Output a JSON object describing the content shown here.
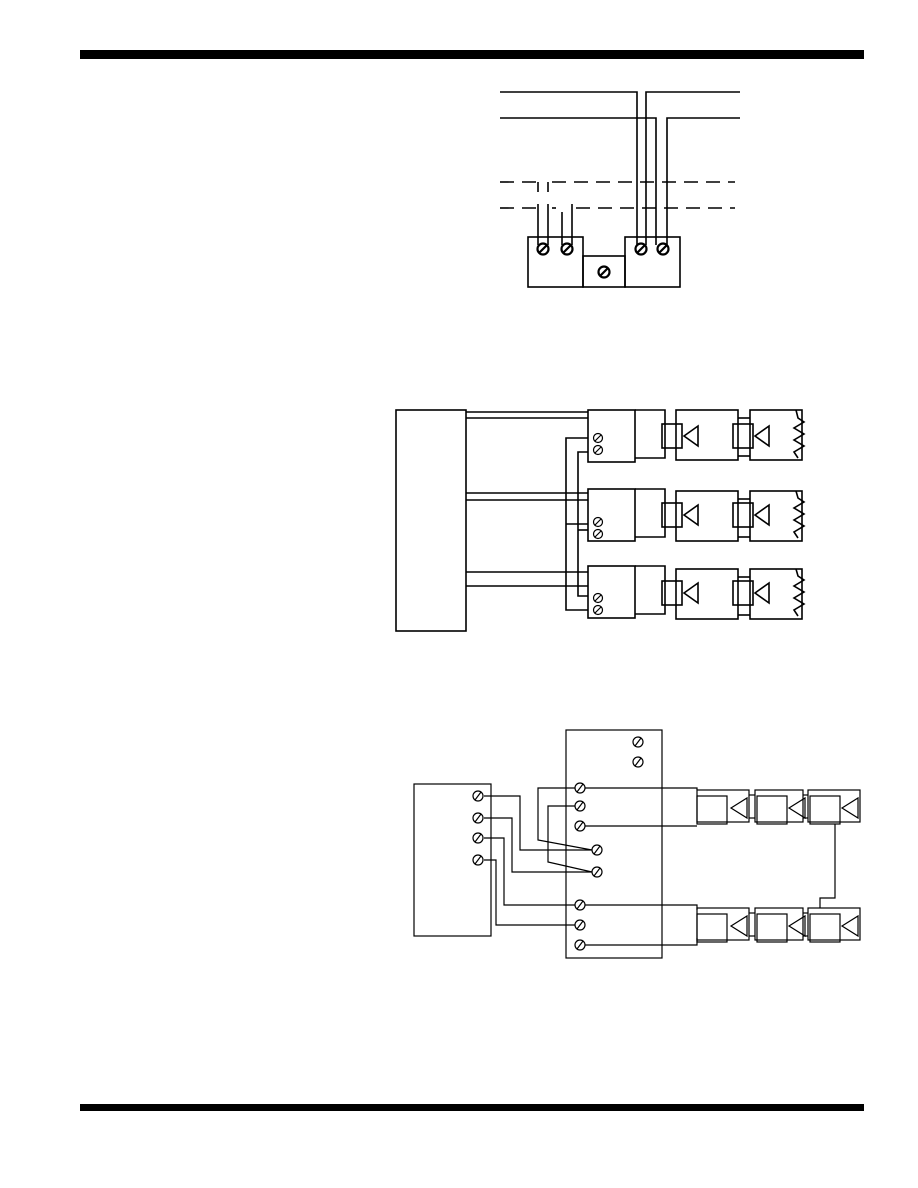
{
  "page": {
    "colors": {
      "ink": "#000000",
      "background": "#ffffff"
    }
  },
  "diagrams": [
    {
      "id": "detector-wiring",
      "text": []
    },
    {
      "id": "multi-zone-wiring",
      "text": []
    },
    {
      "id": "panel-module-wiring",
      "text": []
    }
  ]
}
